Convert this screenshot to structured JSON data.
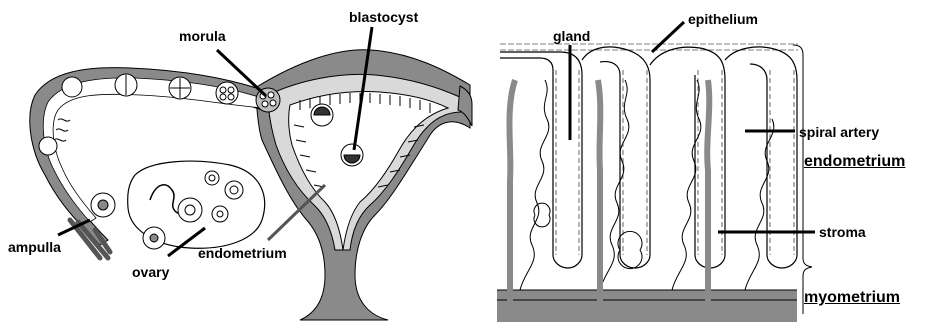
{
  "left_panel": {
    "labels": {
      "morula": "morula",
      "blastocyst": "blastocyst",
      "ampulla": "ampulla",
      "ovary": "ovary",
      "endometrium": "endometrium"
    }
  },
  "right_panel": {
    "labels": {
      "gland": "gland",
      "epithelium": "epithelium",
      "spiral_artery": "spiral artery",
      "stroma": "stroma",
      "endometrium": "endometrium",
      "myometrium": "myometrium"
    }
  },
  "colors": {
    "muscle_gray": "#8a8a8a",
    "endometrium_light": "#d9d9d9",
    "line": "#000000"
  }
}
